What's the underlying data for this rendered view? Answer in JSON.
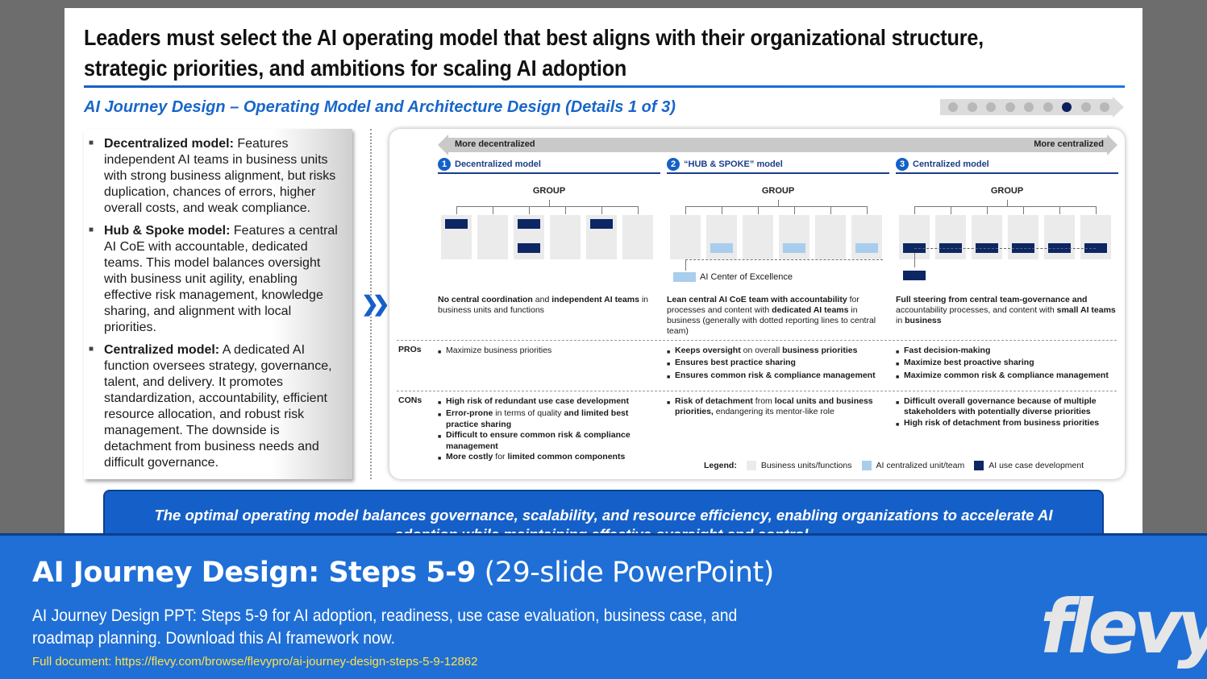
{
  "slide": {
    "title": "Leaders must select the AI operating model that best aligns with their organizational structure, strategic priorities, and ambitions for scaling AI adoption",
    "subtitle": "AI Journey Design – Operating Model and Architecture Design (Details 1 of 3)",
    "progress": {
      "total_dots": 9,
      "active_dot": 7
    },
    "left_bullets": [
      {
        "term": "Decentralized model:",
        "text": " Features independent AI teams in business units with strong business alignment, but risks duplication, chances of errors, higher overall costs, and weak compliance."
      },
      {
        "term": "Hub & Spoke model:",
        "text": " Features a central AI CoE with accountable, dedicated teams. This model balances oversight with business unit agility, enabling effective risk management, knowledge sharing, and alignment with local priorities."
      },
      {
        "term": "Centralized model:",
        "text": " A dedicated AI function oversees strategy, governance, talent, and delivery. It promotes standardization, accountability, efficient resource allocation, and robust risk management. The downside is detachment from business needs and difficult governance."
      }
    ],
    "arrow": {
      "left": "More decentralized",
      "right": "More centralized"
    },
    "group_label": "GROUP",
    "coe_label": "AI Center of Excellence",
    "row_labels": {
      "pros": "PROs",
      "cons": "CONs"
    },
    "models": [
      {
        "num": "1",
        "name": "Decentralized model",
        "desc": [
          {
            "t": "No central coordination",
            "b": true
          },
          {
            "t": " and ",
            "b": false
          },
          {
            "t": "independent AI teams",
            "b": true
          },
          {
            "t": " in business units and functions",
            "b": false
          }
        ],
        "pros": [
          [
            {
              "t": "Maximize business priorities",
              "b": false
            }
          ]
        ],
        "cons": [
          [
            {
              "t": "High risk of redundant use case development",
              "b": true
            }
          ],
          [
            {
              "t": "Error-prone",
              "b": true
            },
            {
              "t": " in terms of quality ",
              "b": false
            },
            {
              "t": "and limited best practice sharing",
              "b": true
            }
          ],
          [
            {
              "t": "Difficult to ensure common risk & compliance management",
              "b": true
            }
          ],
          [
            {
              "t": "More costly",
              "b": true
            },
            {
              "t": " for ",
              "b": false
            },
            {
              "t": "limited common components",
              "b": true
            }
          ]
        ]
      },
      {
        "num": "2",
        "name": "“HUB & SPOKE” model",
        "desc": [
          {
            "t": "Lean central AI CoE team with accountability",
            "b": true
          },
          {
            "t": " for processes and content with ",
            "b": false
          },
          {
            "t": "dedicated AI teams",
            "b": true
          },
          {
            "t": " in business (generally with dotted reporting lines to central team)",
            "b": false
          }
        ],
        "pros": [
          [
            {
              "t": "Keeps oversight",
              "b": true
            },
            {
              "t": " on overall ",
              "b": false
            },
            {
              "t": "business priorities",
              "b": true
            }
          ],
          [
            {
              "t": "Ensures best practice sharing",
              "b": true
            }
          ],
          [
            {
              "t": "Ensures common risk & compliance management",
              "b": true
            }
          ]
        ],
        "cons": [
          [
            {
              "t": "Risk of detachment",
              "b": true
            },
            {
              "t": " from ",
              "b": false
            },
            {
              "t": "local units and business priorities,",
              "b": true
            },
            {
              "t": " endangering its mentor-like role",
              "b": false
            }
          ]
        ]
      },
      {
        "num": "3",
        "name": "Centralized model",
        "desc": [
          {
            "t": "Full steering from central team-governance and",
            "b": true
          },
          {
            "t": " accountability processes, and content with ",
            "b": false
          },
          {
            "t": "small AI teams",
            "b": true
          },
          {
            "t": " in ",
            "b": false
          },
          {
            "t": "business",
            "b": true
          }
        ],
        "pros": [
          [
            {
              "t": "Fast decision-making",
              "b": true
            }
          ],
          [
            {
              "t": "Maximize best proactive sharing",
              "b": true
            }
          ],
          [
            {
              "t": "Maximize common risk & compliance management",
              "b": true
            }
          ]
        ],
        "cons": [
          [
            {
              "t": "Difficult overall governance because of multiple stakeholders with potentially diverse priorities",
              "b": true
            }
          ],
          [
            {
              "t": "High risk of detachment from business priorities",
              "b": true
            }
          ]
        ]
      }
    ],
    "legend": {
      "title": "Legend:",
      "items": [
        {
          "label": "Business units/functions",
          "color": "#ebebeb"
        },
        {
          "label": "AI centralized unit/team",
          "color": "#a9cdec"
        },
        {
          "label": "AI use case development",
          "color": "#0d2664"
        }
      ]
    },
    "callout": "The optimal operating model balances governance, scalability, and resource efficiency, enabling organizations to accelerate AI adoption while maintaining effective oversight and control."
  },
  "banner": {
    "title_bold": "AI Journey Design: Steps 5-9",
    "title_rest": " (29-slide PowerPoint)",
    "description": "AI Journey Design PPT: Steps 5-9 for AI adoption, readiness, use case evaluation, business case, and roadmap planning. Download this AI framework now.",
    "url": "Full document: https://flevy.com/browse/flevypro/ai-journey-design-steps-5-9-12862",
    "logo": "flevy"
  },
  "colors": {
    "accent_blue": "#1560c8",
    "navy": "#0d2664",
    "light_blue": "#a9cdec",
    "unit_gray": "#ebebeb",
    "banner_blue": "#1f6fd6",
    "url_yellow": "#ffe34d"
  }
}
